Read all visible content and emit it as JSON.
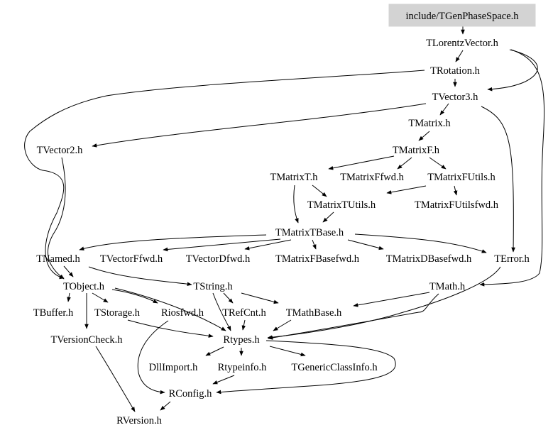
{
  "colors": {
    "background": "#ffffff",
    "root_fill": "#d3d3d3",
    "edge": "#000000",
    "text": "#000000"
  },
  "nodes": [
    {
      "id": "n1",
      "label": "include/TGenPhaseSpace.h",
      "root": true
    },
    {
      "id": "n2",
      "label": "TLorentzVector.h"
    },
    {
      "id": "n3",
      "label": "TRotation.h"
    },
    {
      "id": "n4",
      "label": "TVector3.h"
    },
    {
      "id": "n5",
      "label": "TMatrix.h"
    },
    {
      "id": "n6",
      "label": "TVector2.h"
    },
    {
      "id": "n7",
      "label": "TMatrixF.h"
    },
    {
      "id": "n8",
      "label": "TMatrixT.h"
    },
    {
      "id": "n9",
      "label": "TMatrixFfwd.h"
    },
    {
      "id": "n10",
      "label": "TMatrixFUtils.h"
    },
    {
      "id": "n11",
      "label": "TMatrixTUtils.h"
    },
    {
      "id": "n12",
      "label": "TMatrixFUtilsfwd.h"
    },
    {
      "id": "n13",
      "label": "TMatrixTBase.h"
    },
    {
      "id": "n14",
      "label": "TNamed.h"
    },
    {
      "id": "n15",
      "label": "TVectorFfwd.h"
    },
    {
      "id": "n16",
      "label": "TVectorDfwd.h"
    },
    {
      "id": "n17",
      "label": "TMatrixFBasefwd.h"
    },
    {
      "id": "n18",
      "label": "TMatrixDBasefwd.h"
    },
    {
      "id": "n19",
      "label": "TError.h"
    },
    {
      "id": "n20",
      "label": "TObject.h"
    },
    {
      "id": "n21",
      "label": "TString.h"
    },
    {
      "id": "n22",
      "label": "TMath.h"
    },
    {
      "id": "n23",
      "label": "TBuffer.h"
    },
    {
      "id": "n24",
      "label": "TStorage.h"
    },
    {
      "id": "n25",
      "label": "Riosfwd.h"
    },
    {
      "id": "n26",
      "label": "TRefCnt.h"
    },
    {
      "id": "n27",
      "label": "TMathBase.h"
    },
    {
      "id": "n28",
      "label": "TVersionCheck.h"
    },
    {
      "id": "n29",
      "label": "Rtypes.h"
    },
    {
      "id": "n30",
      "label": "DllImport.h"
    },
    {
      "id": "n31",
      "label": "Rtypeinfo.h"
    },
    {
      "id": "n32",
      "label": "TGenericClassInfo.h"
    },
    {
      "id": "n33",
      "label": "RConfig.h"
    },
    {
      "id": "n34",
      "label": "RVersion.h"
    }
  ],
  "edges": [
    {
      "from": "n1",
      "to": "n2"
    },
    {
      "from": "n2",
      "to": "n3"
    },
    {
      "from": "n2",
      "to": "n4"
    },
    {
      "from": "n2",
      "to": "n22"
    },
    {
      "from": "n3",
      "to": "n4"
    },
    {
      "from": "n3",
      "to": "n20"
    },
    {
      "from": "n4",
      "to": "n5"
    },
    {
      "from": "n4",
      "to": "n6"
    },
    {
      "from": "n4",
      "to": "n19"
    },
    {
      "from": "n5",
      "to": "n7"
    },
    {
      "from": "n6",
      "to": "n20"
    },
    {
      "from": "n7",
      "to": "n8"
    },
    {
      "from": "n7",
      "to": "n9"
    },
    {
      "from": "n7",
      "to": "n10"
    },
    {
      "from": "n8",
      "to": "n11"
    },
    {
      "from": "n8",
      "to": "n13"
    },
    {
      "from": "n10",
      "to": "n11"
    },
    {
      "from": "n10",
      "to": "n12"
    },
    {
      "from": "n11",
      "to": "n13"
    },
    {
      "from": "n13",
      "to": "n14"
    },
    {
      "from": "n13",
      "to": "n15"
    },
    {
      "from": "n13",
      "to": "n16"
    },
    {
      "from": "n13",
      "to": "n17"
    },
    {
      "from": "n13",
      "to": "n18"
    },
    {
      "from": "n13",
      "to": "n19"
    },
    {
      "from": "n14",
      "to": "n20"
    },
    {
      "from": "n14",
      "to": "n21"
    },
    {
      "from": "n19",
      "to": "n29"
    },
    {
      "from": "n20",
      "to": "n23"
    },
    {
      "from": "n20",
      "to": "n24"
    },
    {
      "from": "n20",
      "to": "n25"
    },
    {
      "from": "n20",
      "to": "n28"
    },
    {
      "from": "n20",
      "to": "n29"
    },
    {
      "from": "n21",
      "to": "n26"
    },
    {
      "from": "n21",
      "to": "n27"
    },
    {
      "from": "n21",
      "to": "n29"
    },
    {
      "from": "n22",
      "to": "n27"
    },
    {
      "from": "n22",
      "to": "n29"
    },
    {
      "from": "n24",
      "to": "n29"
    },
    {
      "from": "n25",
      "to": "n33"
    },
    {
      "from": "n26",
      "to": "n29"
    },
    {
      "from": "n27",
      "to": "n29"
    },
    {
      "from": "n28",
      "to": "n34"
    },
    {
      "from": "n29",
      "to": "n30"
    },
    {
      "from": "n29",
      "to": "n31"
    },
    {
      "from": "n29",
      "to": "n32"
    },
    {
      "from": "n29",
      "to": "n33"
    },
    {
      "from": "n31",
      "to": "n33"
    },
    {
      "from": "n33",
      "to": "n34"
    }
  ]
}
